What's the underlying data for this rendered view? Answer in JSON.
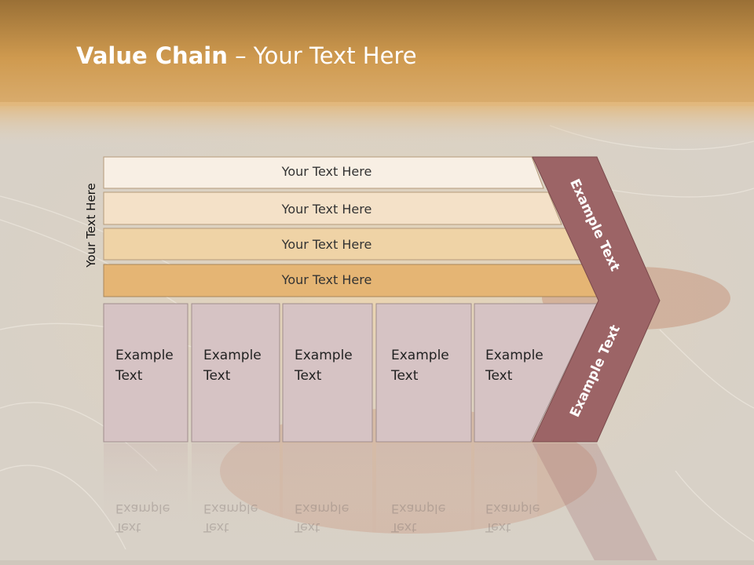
{
  "title": {
    "bold": "Value Chain",
    "rest": " – Your Text Here"
  },
  "side_label": "Your Text Here",
  "bars": [
    {
      "label": "Your Text Here"
    },
    {
      "label": "Your Text Here"
    },
    {
      "label": "Your Text Here"
    },
    {
      "label": "Your Text Here"
    }
  ],
  "boxes": [
    {
      "line1": "Example",
      "line2": "Text"
    },
    {
      "line1": "Example",
      "line2": "Text"
    },
    {
      "line1": "Example",
      "line2": "Text"
    },
    {
      "line1": "Example",
      "line2": "Text"
    },
    {
      "line1": "Example",
      "line2": "Text"
    }
  ],
  "chevron": {
    "top_label": "Example Text",
    "bottom_label": "Example Text"
  },
  "colors": {
    "header": "#c99a4e",
    "bar1": "#f8efe4",
    "bar2": "#f4e1c8",
    "bar3": "#efd3a6",
    "bar4": "#e5b574",
    "box": "#d6c3c4",
    "chevron": "#9c6466"
  }
}
